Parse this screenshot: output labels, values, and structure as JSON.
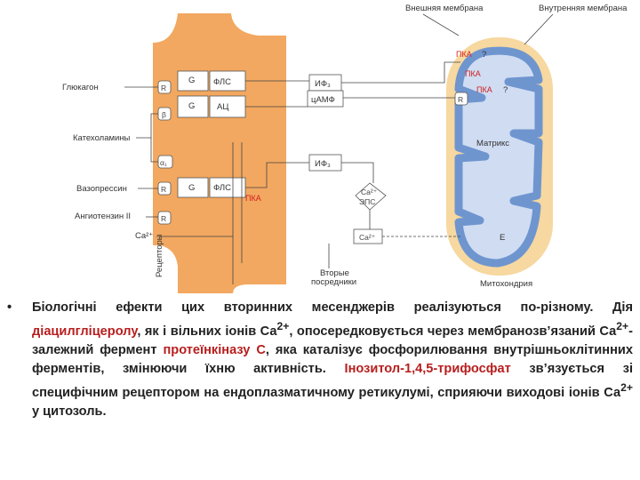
{
  "diagram": {
    "outer_membrane": "Внешняя мембрана",
    "inner_membrane": "Внутренняя мембрана",
    "glucagon": "Глюкагон",
    "catecholamines": "Катехоламины",
    "vasopressin": "Вазопрессин",
    "angiotensin": "Ангиотензин II",
    "ca_left": "Ca²⁺",
    "receptors": "Рецепторы",
    "r": "R",
    "alpha": "α₁",
    "beta": "β",
    "g": "G",
    "plc": "ФЛС",
    "ac": "АЦ",
    "ip3": "ИФ₃",
    "camp": "цАМФ",
    "pka": "ПКА",
    "question": "?",
    "matrix": "Матрикс",
    "ca_eps_1": "Ca²⁺",
    "ca_eps_2": "ЭПС",
    "ca": "Ca²⁺",
    "e": "E",
    "second_messengers_1": "Вторые",
    "second_messengers_2": "посредники",
    "mitochondrion": "Митохондрия"
  },
  "caption": {
    "bullet": "•",
    "p1": "Біологічні ефекти цих вторинних месенджерів реалізуються по-різному. Дія ",
    "dag": "діацилгліцеролу",
    "p2": ", як і вільних іонів Са",
    "sup1": "2+",
    "p3": ", опосередковується через мембранозв’язаний Са",
    "sup2": "2+",
    "p4": "-залежний фермент ",
    "pkc": "протеїнкіназу С",
    "p5": ", яка каталізує фосфорилювання внутрішньоклітинних ферментів, змінюючи їхню активність. ",
    "ip3": "Інозитол-1,4,5-трифосфат",
    "p6": " зв’язується зі специфічним рецептором на ендоплазматичному ретикулумі, сприяючи виходові іонів Са",
    "sup3": "2+",
    "p7": " у цитозоль."
  },
  "colors": {
    "membrane": "#f2a860",
    "mito_outer": "#f6d8a0",
    "mito_inner": "#6f95cf",
    "matrix_bg": "#cfdcf2",
    "accent_red": "#d21e1e"
  }
}
